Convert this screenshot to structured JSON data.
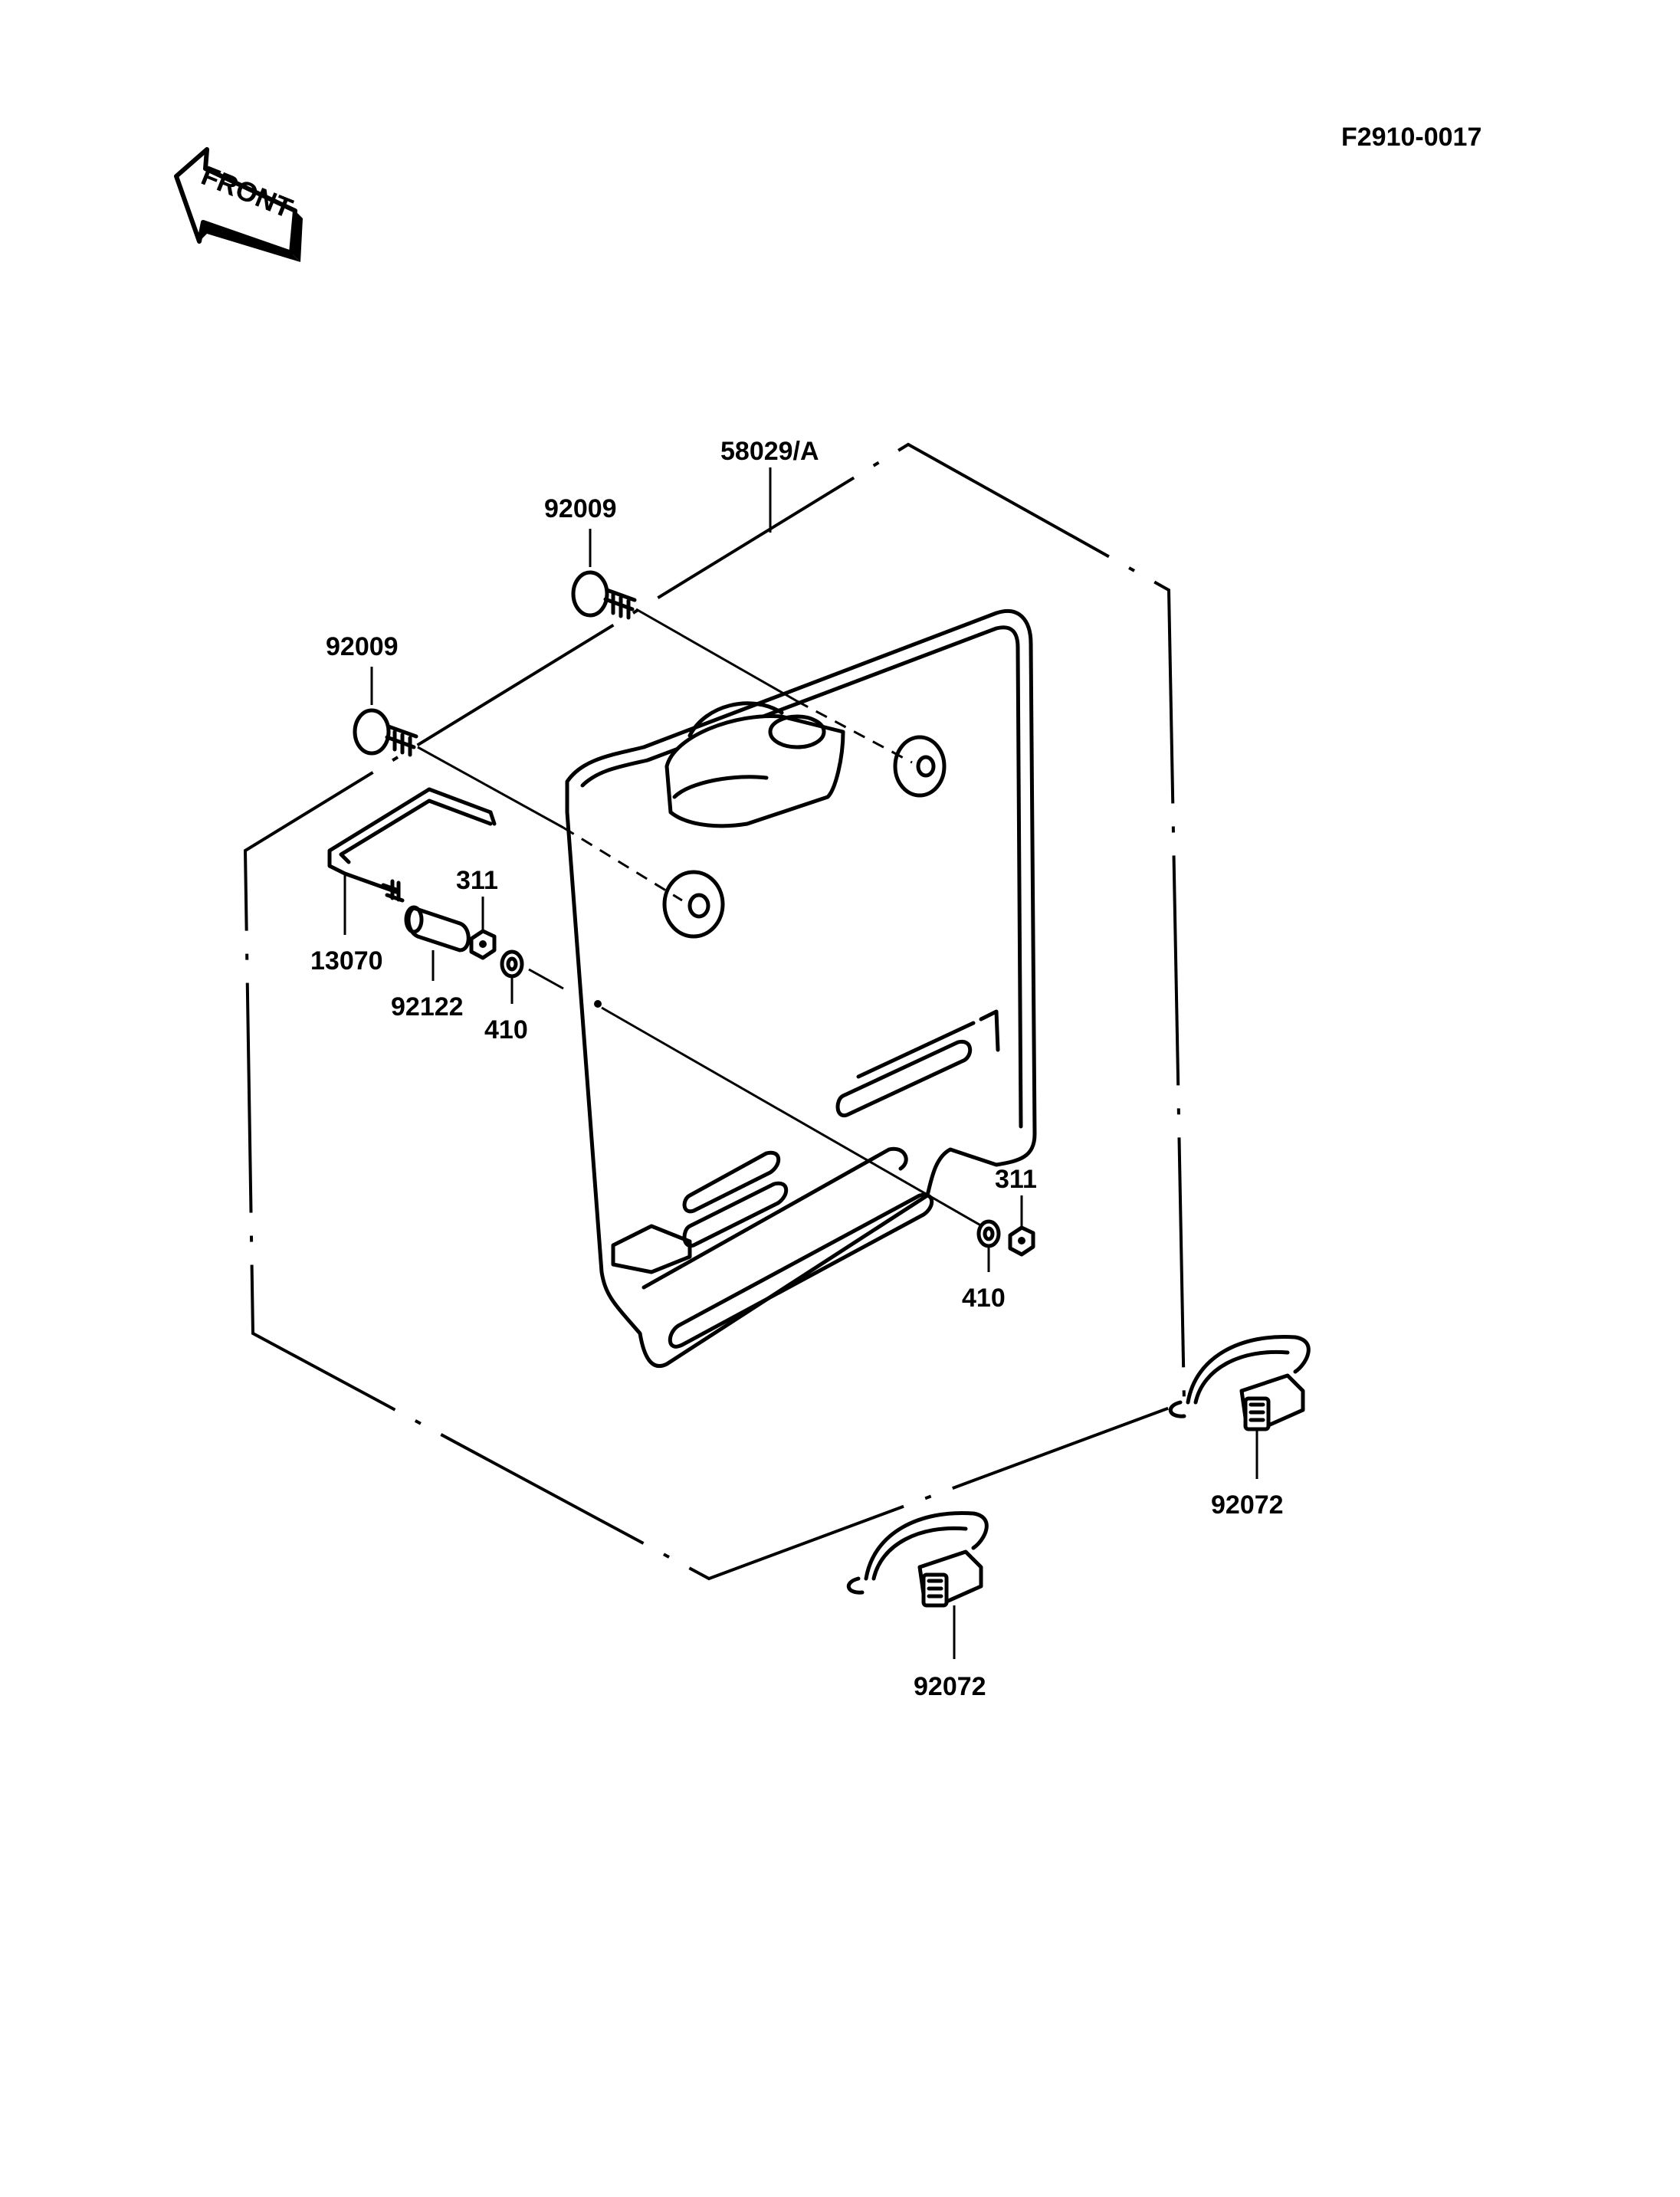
{
  "diagram_code": "F2910-0017",
  "front_arrow_label": "FRONT",
  "parts": {
    "number_plate": "58029/A",
    "bolt_upper": "92009",
    "bolt_lower": "92009",
    "bracket": "13070",
    "collar": "92122",
    "nut_left": "311",
    "washer_left": "410",
    "nut_right": "311",
    "washer_right": "410",
    "band_upper": "92072",
    "band_lower": "92072"
  }
}
